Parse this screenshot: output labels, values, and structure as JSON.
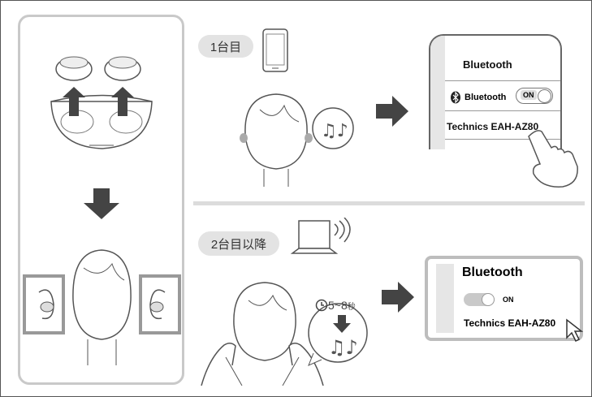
{
  "step1": {
    "label": "1台目"
  },
  "step2": {
    "label": "2台目以降"
  },
  "phone": {
    "title": "Bluetooth",
    "bt_label": "Bluetooth",
    "toggle": "ON",
    "device": "Technics EAH-AZ80"
  },
  "pc": {
    "title": "Bluetooth",
    "toggle": "ON",
    "device": "Technics EAH-AZ80"
  },
  "timer": {
    "num": "5~8",
    "unit": "秒"
  },
  "colors": {
    "arrow": "#444444",
    "panel_border": "#c9c9c9",
    "line": "#555555"
  }
}
